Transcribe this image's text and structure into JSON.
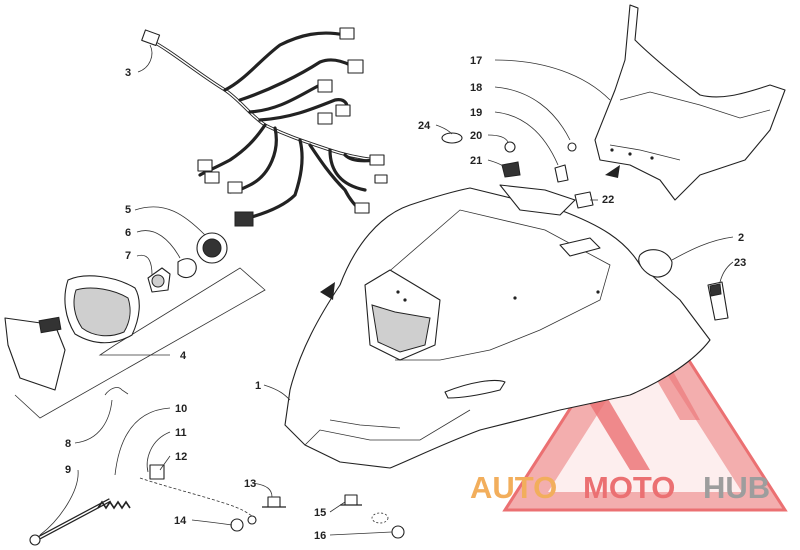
{
  "callouts": [
    {
      "id": "1",
      "text": "1"
    },
    {
      "id": "2",
      "text": "2"
    },
    {
      "id": "3",
      "text": "3"
    },
    {
      "id": "4",
      "text": "4"
    },
    {
      "id": "5",
      "text": "5"
    },
    {
      "id": "6",
      "text": "6"
    },
    {
      "id": "7",
      "text": "7"
    },
    {
      "id": "8",
      "text": "8"
    },
    {
      "id": "9",
      "text": "9"
    },
    {
      "id": "10",
      "text": "10"
    },
    {
      "id": "11",
      "text": "11"
    },
    {
      "id": "12",
      "text": "12"
    },
    {
      "id": "13",
      "text": "13"
    },
    {
      "id": "14",
      "text": "14"
    },
    {
      "id": "15",
      "text": "15"
    },
    {
      "id": "16",
      "text": "16"
    },
    {
      "id": "17",
      "text": "17"
    },
    {
      "id": "18",
      "text": "18"
    },
    {
      "id": "19",
      "text": "19"
    },
    {
      "id": "20",
      "text": "20"
    },
    {
      "id": "21",
      "text": "21"
    },
    {
      "id": "22",
      "text": "22"
    },
    {
      "id": "23",
      "text": "23"
    },
    {
      "id": "24",
      "text": "24"
    }
  ],
  "watermark": {
    "word_auto": "AUTO",
    "word_moto": "MOTO",
    "word_hub": "HUB",
    "color_orange": "#f0a040",
    "color_red": "#e8585a",
    "color_gray": "#8c8c8c"
  },
  "colors": {
    "line": "#222222",
    "background": "#ffffff"
  }
}
